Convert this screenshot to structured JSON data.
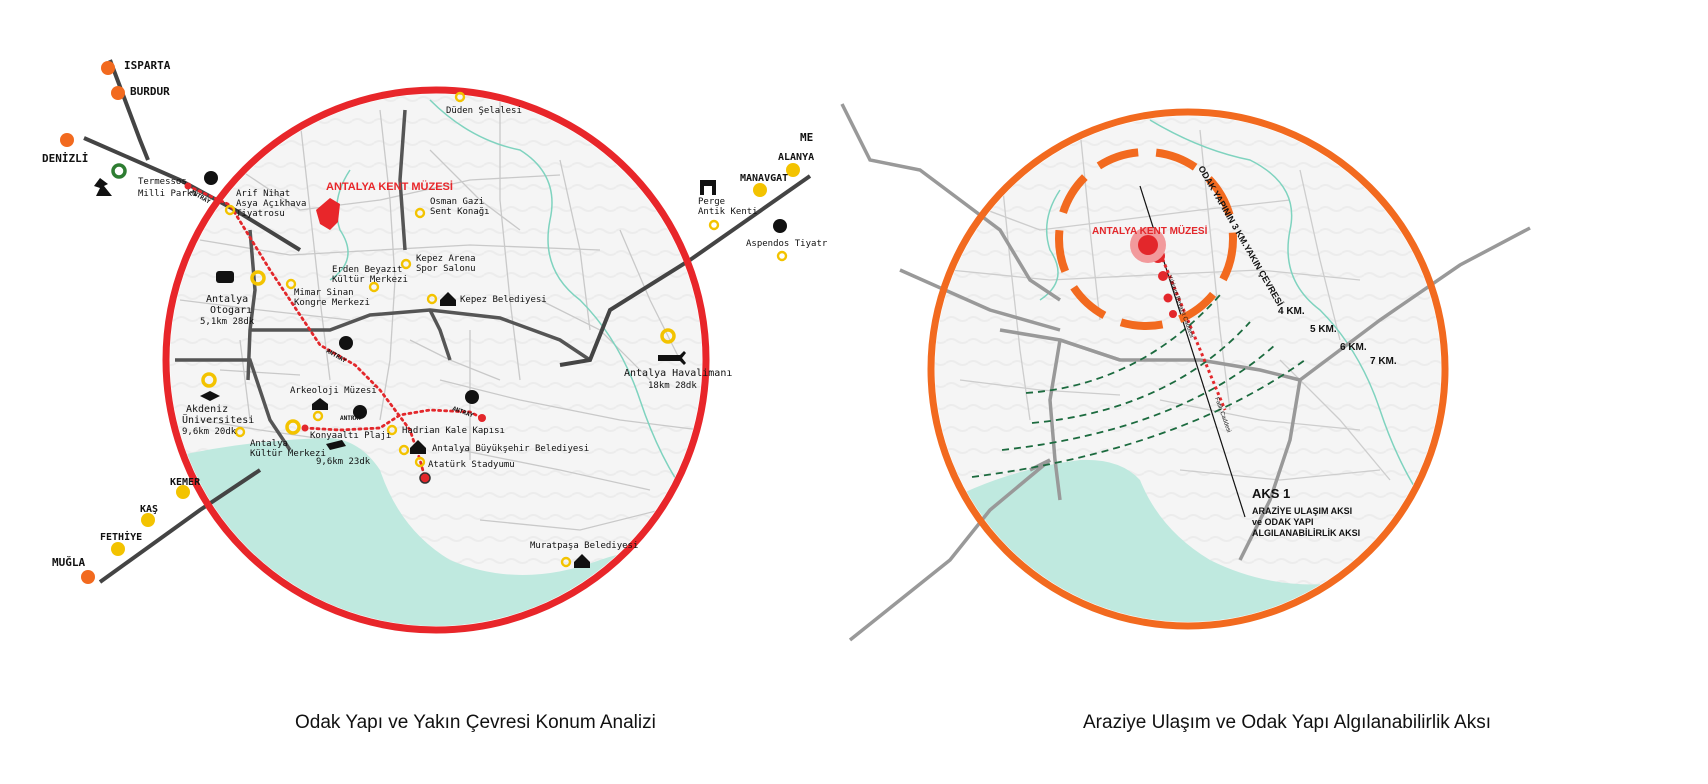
{
  "left_map": {
    "caption": "Odak Yapı ve Yakın Çevresi Konum Analizi",
    "focus_label": "ANTALYA KENT MÜZESİ",
    "cities": [
      "ISPARTA",
      "BURDUR",
      "DENİZLİ",
      "ALANYA",
      "MANAVGAT",
      "KEMER",
      "KAŞ",
      "FETHİYE",
      "MUĞLA"
    ],
    "edge_partial": [
      "ME",
      "Aspendos Tiyatr"
    ],
    "places": {
      "duden": "Düden Şelalesi",
      "termessos": [
        "Termessos",
        "Milli Parkı"
      ],
      "arif": [
        "Arif Nihat",
        "Asya Açıkhava",
        "Tiyatrosu"
      ],
      "osman": [
        "Osman Gazi",
        "Sent Konağı"
      ],
      "perge": [
        "Perge",
        "Antik Kenti"
      ],
      "kepez_arena": [
        "Kepez Arena",
        "Spor Salonu"
      ],
      "erden": [
        "Erden Beyazıt",
        "Kültür Merkezi"
      ],
      "mimar": [
        "Mimar Sinan",
        "Kongre Merkezi"
      ],
      "kepez_bel": "Kepez Belediyesi",
      "otogar": [
        "Antalya",
        "Otogarı",
        "5,1km 28dk"
      ],
      "havalimani": [
        "Antalya Havalimanı",
        "18km 28dk"
      ],
      "akdeniz": [
        "Akdeniz",
        "Üniversitesi",
        "9,6km 20dk"
      ],
      "arkeoloji": "Arkeoloji Müzesi",
      "konyaalti": "Konyaaltı Plajı",
      "konyaalti_dist": "9,6km 23dk",
      "hadrian": "Hadrian Kale Kapısı",
      "buyuksehir": "Antalya Büyükşehir Belediyesi",
      "ataturk": "Atatürk Stadyumu",
      "kultur": [
        "Antalya",
        "Kültür Merkezi"
      ],
      "muratpasa": "Muratpaşa Belediyesi"
    },
    "antray": "ANTRAY"
  },
  "right_map": {
    "caption": "Araziye Ulaşım ve Odak Yapı Algılanabilirlik Aksı",
    "focus_label": "ANTALYA KENT MÜZESİ",
    "ring_label": "ODAK YAPININ 3 KM.YAKIN ÇEVRESİ",
    "distances": [
      "4 KM.",
      "5 KM.",
      "6 KM.",
      "7 KM."
    ],
    "street_1": "Yıldırım Beyazıt Caddesi",
    "street_2": "Fatih Caddesi",
    "axis_title": "AKS 1",
    "axis_desc": [
      "ARAZİYE ULAŞIM AKSI",
      "ve ODAK YAPI",
      "ALGILANABİLİRLİK AKSI"
    ]
  },
  "colors": {
    "left_ring": "#e8262a",
    "right_ring": "#f26a1f",
    "sea": "#bfe9df",
    "rail": "#e3272b",
    "poi": "#f3c300",
    "city": "#f26a1f",
    "distance_arc": "#1c6b3f"
  }
}
